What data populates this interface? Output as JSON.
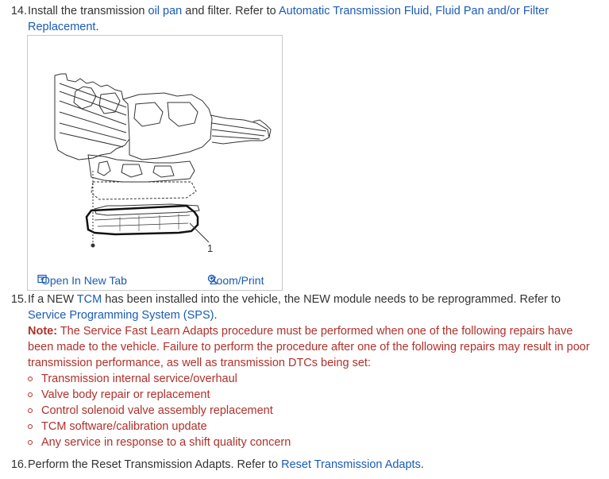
{
  "steps": [
    {
      "number": "14.",
      "text_before": "Install the transmission ",
      "link1": "oil pan",
      "text_middle": " and filter. Refer to ",
      "link2": "Automatic Transmission Fluid, Fluid Pan and/or Filter Replacement",
      "text_after": "."
    },
    {
      "number": "15.",
      "text_before": "If a NEW ",
      "link1": "TCM",
      "text_middle": " has been installed into the vehicle, the NEW module needs to be reprogrammed. Refer to ",
      "link2": "Service Programming System (SPS)",
      "text_after": ".",
      "note_label": "Note:",
      "note_text": " The Service Fast Learn Adapts procedure must be performed when one of the following repairs have been made to the vehicle. Failure to perform the procedure after one of the following repairs may result in poor transmission performance, as well as transmission DTCs being set:",
      "bullets": [
        "Transmission internal service/overhaul",
        "Valve body repair or replacement",
        "Control solenoid valve assembly replacement",
        "TCM software/calibration update",
        "Any service in response to a shift quality concern"
      ]
    },
    {
      "number": "16.",
      "text_before": "Perform the Reset Transmission Adapts. Refer to ",
      "link1": "Reset Transmission Adapts",
      "text_after": "."
    }
  ],
  "figure": {
    "callout": "1",
    "open_tab_label": "Open In New Tab",
    "zoom_label": "Zoom/Print",
    "icons": [
      "open-tab-icon",
      "zoom-icon"
    ]
  },
  "colors": {
    "link": "#1a5bb5",
    "note": "#b0302a",
    "text": "#333333"
  }
}
